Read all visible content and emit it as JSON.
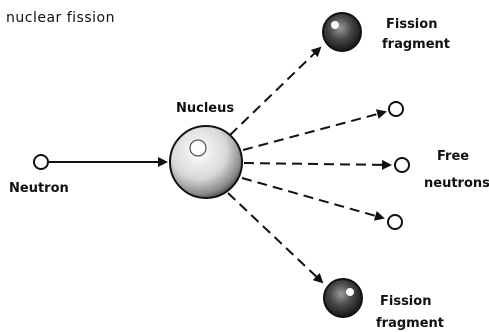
{
  "title": "nuclear fission",
  "labels": {
    "neutron": "Neutron",
    "nucleus": "Nucleus",
    "fission_fragment_top_line1": "Fission",
    "fission_fragment_top_line2": "fragment",
    "free_neutrons_line1": "Free",
    "free_neutrons_line2": "neutrons",
    "fission_fragment_bottom_line1": "Fission",
    "fission_fragment_bottom_line2": "fragment"
  }
}
